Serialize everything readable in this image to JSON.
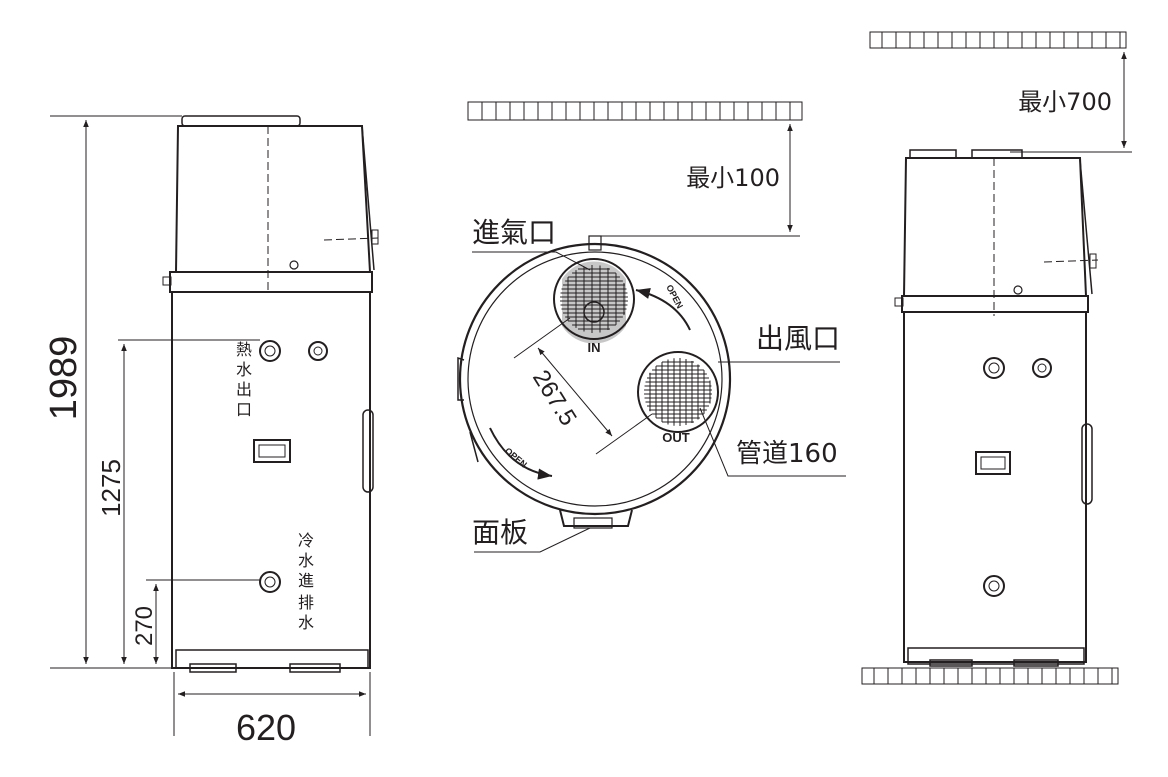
{
  "dimensions": {
    "height_total": "1989",
    "height_hot_outlet": "1275",
    "height_cold_inlet": "270",
    "width": "620",
    "clearance_top": "最小700",
    "clearance_top_duct": "最小100",
    "duct_spacing": "267.5"
  },
  "labels": {
    "hot_water_outlet": [
      "熱",
      "水",
      "出",
      "口"
    ],
    "cold_water_inlet": [
      "冷",
      "水",
      "進"
    ],
    "drain": [
      "排",
      "水"
    ],
    "air_inlet": "進氣口",
    "air_outlet": "出風口",
    "duct": "管道160",
    "panel": "面板",
    "in": "IN",
    "out": "OUT",
    "open": "OPEN"
  },
  "colors": {
    "line": "#231f20",
    "background": "#ffffff"
  }
}
